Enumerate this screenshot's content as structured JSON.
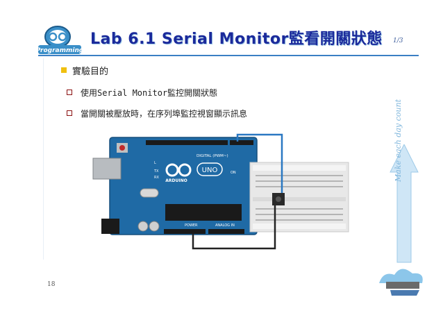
{
  "slide": {
    "title": "Lab 6.1 Serial Monitor監看開關狀態",
    "page_fraction": "1/3",
    "page_number": "18"
  },
  "logo": {
    "text": "Programming"
  },
  "bullets": {
    "main": "實驗目的",
    "sub": [
      "使用Serial Monitor監控開關狀態",
      "當開關被壓放時，在序列埠監控視窗顯示訊息"
    ]
  },
  "board": {
    "brand": "ARDUINO",
    "model": "UNO",
    "digital_label": "DIGITAL (PWM~)",
    "power_label": "POWER",
    "analog_label": "ANALOG IN",
    "on_label": "ON",
    "tx_label": "TX",
    "rx_label": "RX",
    "l_label": "L"
  },
  "side_motto": "Make each day count",
  "colors": {
    "title": "#1b2a9b",
    "rule": "#3a7fc4",
    "bullet_main": "#f0c010",
    "bullet_sub": "#8a1010",
    "board": "#1f6aa5",
    "wire_blue": "#2a78c2",
    "wire_black": "#222222",
    "side_arrow": "#cfe6f6"
  }
}
